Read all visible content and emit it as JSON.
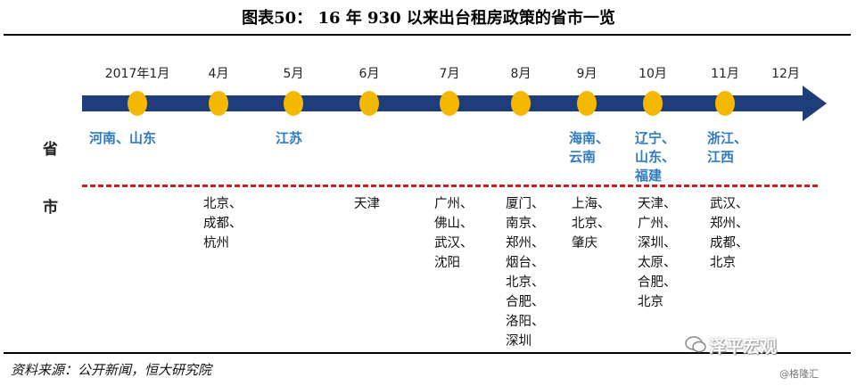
{
  "title": "图表50：   16 年 930 以来出台租房政策的省市一览",
  "row_labels": {
    "province": "省",
    "city": "市"
  },
  "months": [
    "2017年1月",
    "4月",
    "5月",
    "6月",
    "7月",
    "8月",
    "9月",
    "10月",
    "11月",
    "12月"
  ],
  "provinces": [
    {
      "month": "2017年1月",
      "lines": [
        "河南、山东"
      ]
    },
    {
      "month": "5月",
      "lines": [
        "江苏"
      ]
    },
    {
      "month": "9月",
      "lines": [
        "海南、",
        "云南"
      ]
    },
    {
      "month": "10月",
      "lines": [
        "辽宁、",
        "山东、",
        "福建"
      ]
    },
    {
      "month": "11月",
      "lines": [
        "浙江、",
        "江西"
      ]
    }
  ],
  "cities": [
    {
      "month": "4月",
      "lines": [
        "北京、",
        "成都、",
        "杭州"
      ]
    },
    {
      "month": "6月",
      "lines": [
        "天津"
      ]
    },
    {
      "month": "7月",
      "lines": [
        "广州、",
        "佛山、",
        "武汉、",
        "沈阳"
      ]
    },
    {
      "month": "8月",
      "lines": [
        "厦门、",
        "南京、",
        "郑州、",
        "烟台、",
        "北京、",
        "合肥、",
        "洛阳、",
        "深圳"
      ]
    },
    {
      "month": "9月",
      "lines": [
        "上海、",
        "北京、",
        "肇庆"
      ]
    },
    {
      "month": "10月",
      "lines": [
        "天津、",
        "广州、",
        "深圳、",
        "太原、",
        "合肥、",
        "北京"
      ]
    },
    {
      "month": "11月",
      "lines": [
        "武汉、",
        "郑州、",
        "成都、",
        "北京"
      ]
    }
  ],
  "source": "资料来源：公开新闻，恒大研究院",
  "watermark": {
    "brand": "泽平宏观",
    "sub": "@格隆汇",
    "icon": "wechat-icon"
  },
  "colors": {
    "arrow": "#1f3d7a",
    "dot": "#f5b800",
    "province_text": "#2f7bbf",
    "dash": "#cc1f1f"
  }
}
